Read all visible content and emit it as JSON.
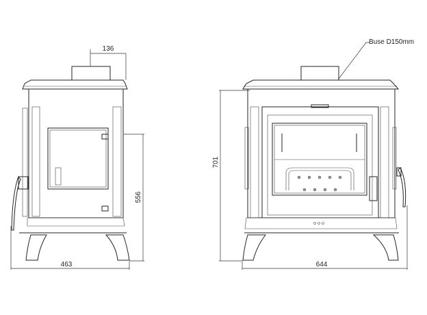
{
  "dimensions": {
    "flue_offset": "136",
    "side_height": "556",
    "side_width": "463",
    "total_height": "701",
    "front_width": "644"
  },
  "annotations": {
    "flue_label": "Buse D150mm"
  }
}
